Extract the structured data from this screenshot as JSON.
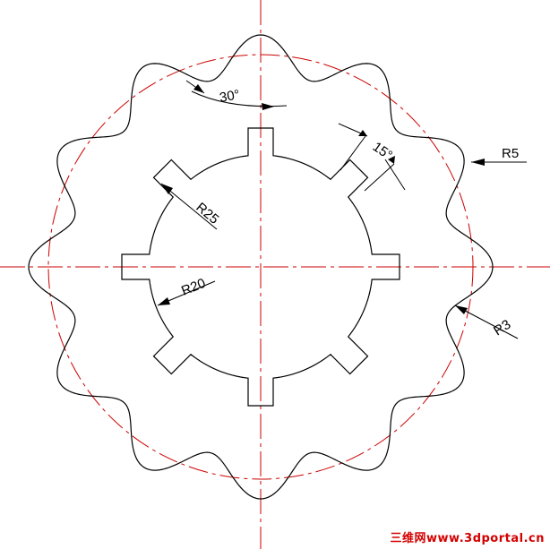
{
  "drawing": {
    "dimensions": {
      "angle_30": "30°",
      "angle_15": "15°",
      "radius_5": "R5",
      "radius_25": "R25",
      "radius_20": "R20",
      "radius_3": "R3"
    },
    "colors": {
      "outline": "#000000",
      "centerline": "#cc0000",
      "watermark": "#d40000"
    }
  },
  "watermark": {
    "text": "三维网www.3dportal.cn"
  }
}
